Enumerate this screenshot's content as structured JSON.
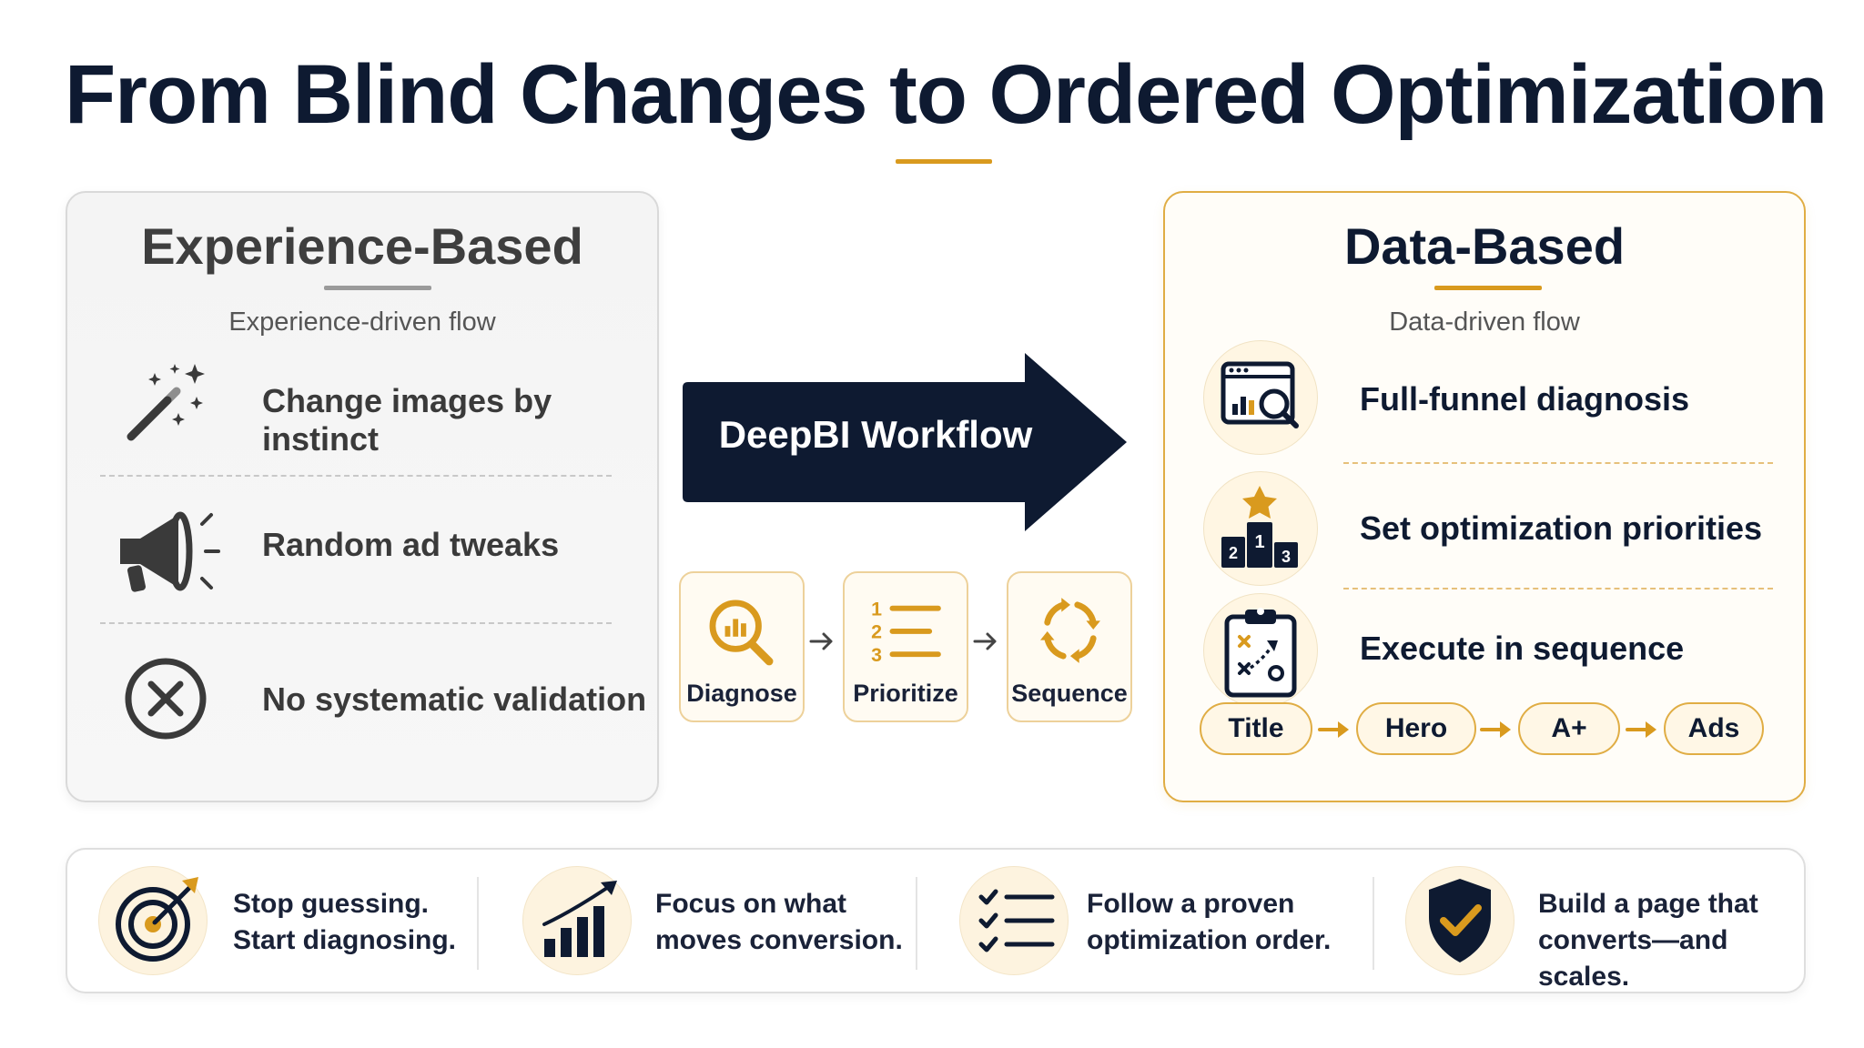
{
  "title": "From Blind Changes to Ordered Optimization",
  "left_panel": {
    "title": "Experience-Based",
    "subtitle": "Experience-driven flow",
    "items": [
      {
        "label": "Change images by instinct",
        "icon": "magic-wand-icon"
      },
      {
        "label": "Random ad tweaks",
        "icon": "megaphone-icon"
      },
      {
        "label": "No systematic validation",
        "icon": "x-circle-icon"
      }
    ]
  },
  "center": {
    "arrow_label": "DeepBI Workflow",
    "steps": [
      {
        "label": "Diagnose",
        "icon": "magnifier-chart-icon"
      },
      {
        "label": "Prioritize",
        "icon": "numbered-list-icon"
      },
      {
        "label": "Sequence",
        "icon": "cycle-arrows-icon"
      }
    ]
  },
  "right_panel": {
    "title": "Data-Based",
    "subtitle": "Data-driven flow",
    "items": [
      {
        "label": "Full-funnel diagnosis",
        "icon": "dashboard-search-icon"
      },
      {
        "label": "Set optimization priorities",
        "icon": "podium-star-icon"
      },
      {
        "label": "Execute in sequence",
        "icon": "clipboard-strategy-icon"
      }
    ],
    "podium_numbers": [
      "2",
      "1",
      "3"
    ],
    "sequence": [
      "Title",
      "Hero",
      "A+",
      "Ads"
    ]
  },
  "bottom": [
    {
      "line1": "Stop guessing.",
      "line2": "Start diagnosing.",
      "icon": "target-arrow-icon"
    },
    {
      "line1": "Focus on what",
      "line2": "moves conversion.",
      "icon": "growth-chart-icon"
    },
    {
      "line1": "Follow a proven",
      "line2": "optimization order.",
      "icon": "checklist-icon"
    },
    {
      "line1": "Build a page that",
      "line2": "converts—and scales.",
      "icon": "shield-check-icon"
    }
  ],
  "colors": {
    "navy": "#0e1a31",
    "gold": "#d99a1e",
    "gray": "#3e3e3e"
  }
}
